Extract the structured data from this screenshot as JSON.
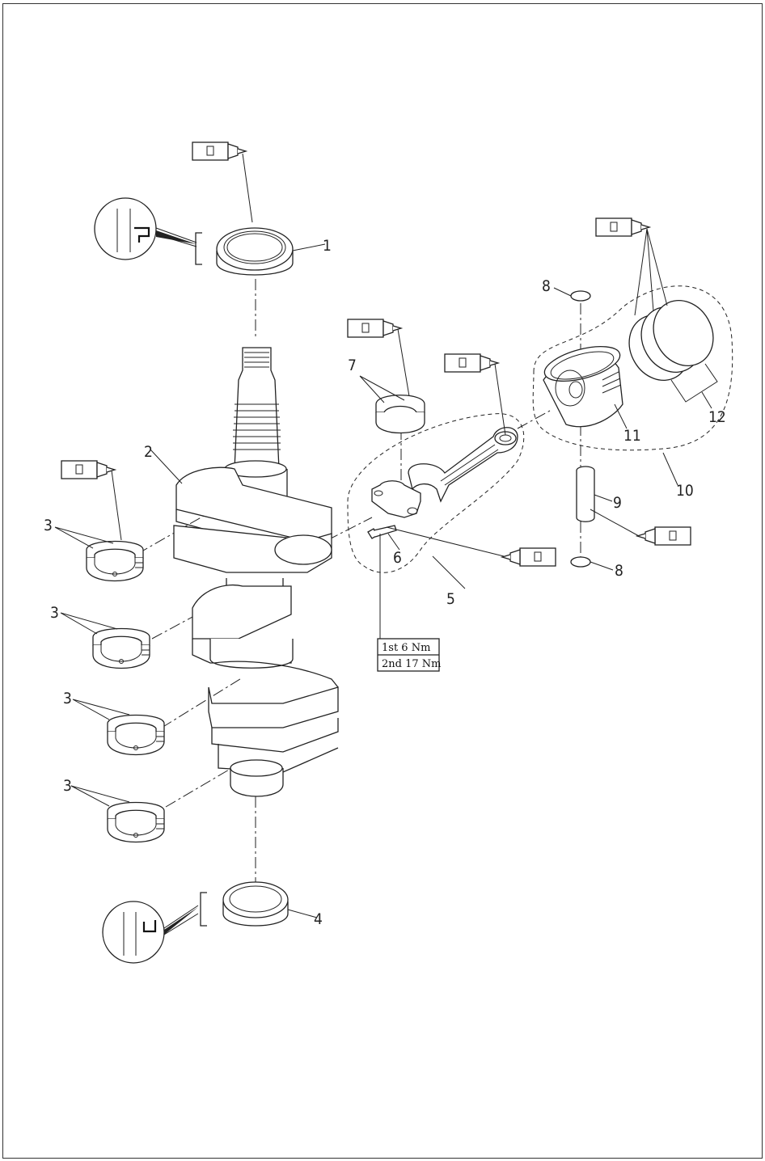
{
  "parts": {
    "p1": "1",
    "p2": "2",
    "p3a": "3",
    "p3b": "3",
    "p3c": "3",
    "p3d": "3",
    "p4": "4",
    "p5": "5",
    "p6": "6",
    "p7": "7",
    "p8a": "8",
    "p8b": "8",
    "p9": "9",
    "p10": "10",
    "p11": "11",
    "p12": "12"
  },
  "torque": {
    "first": "1st 6 Nm",
    "second": "2nd 17 Nm"
  },
  "icons": [
    "oil-tube-icon",
    "seal-lip-detail-icon"
  ],
  "colors": {
    "line": "#222222",
    "background": "#ffffff"
  }
}
